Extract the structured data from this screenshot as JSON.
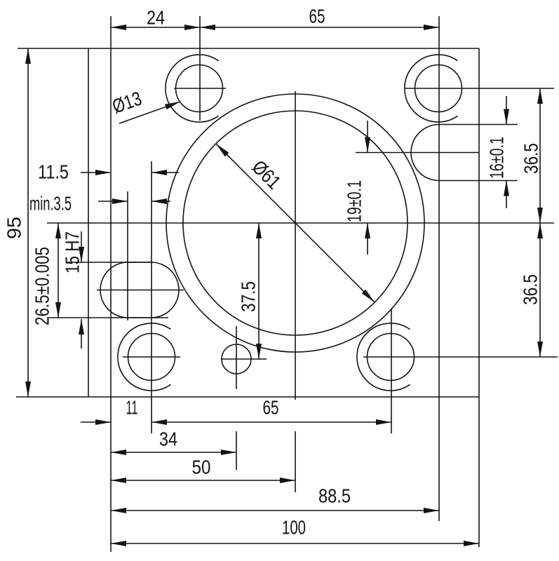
{
  "colors": {
    "line": "#141414",
    "background": "#ffffff"
  },
  "labels": {
    "top_offset_24": "24",
    "top_spacing_65": "65",
    "height_95": "95",
    "edge_offset_11_5": "11.5",
    "clearance_min_3_5": "min.3.5",
    "slot_depth_26_5": "26.5±0.005",
    "slot_width_15h7": "15 H7",
    "hole_dia_13": "Ø13",
    "bore_dia_61": "Ø61",
    "slot_offset_19": "19±0.1",
    "slot_height_16": "16±0.1",
    "upper_offset_36_5": "36.5",
    "lower_offset_36_5": "36.5",
    "drain_offset_37_5": "37.5",
    "bottom_edge_11": "11",
    "bottom_spacing_65": "65",
    "drain_x_34": "34",
    "bore_x_50": "50",
    "slot_x_88_5": "88.5",
    "width_100": "100"
  }
}
